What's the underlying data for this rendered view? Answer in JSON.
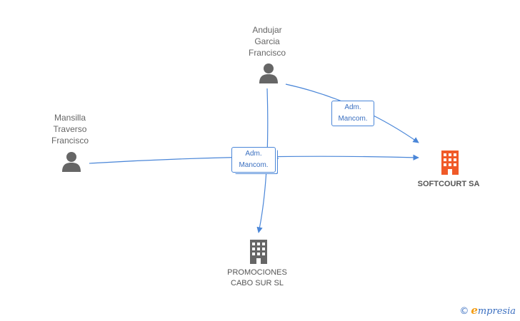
{
  "persons": [
    {
      "name": "Andujar\nGarcia\nFrancisco"
    },
    {
      "name": "Mansilla\nTraverso\nFrancisco"
    }
  ],
  "companies": [
    {
      "name": "SOFTCOURT SA",
      "color": "#f05a28"
    },
    {
      "name": "PROMOCIONES\nCABO SUR SL",
      "color": "#666666"
    }
  ],
  "roles": [
    {
      "label": "Adm.\nMancom."
    },
    {
      "label": "Adm.\nMancom."
    }
  ],
  "colors": {
    "edge": "#4a86d8",
    "person_icon": "#666666"
  },
  "watermark": {
    "copyright": "©",
    "brand_initial": "e",
    "brand_rest": "mpresia"
  }
}
